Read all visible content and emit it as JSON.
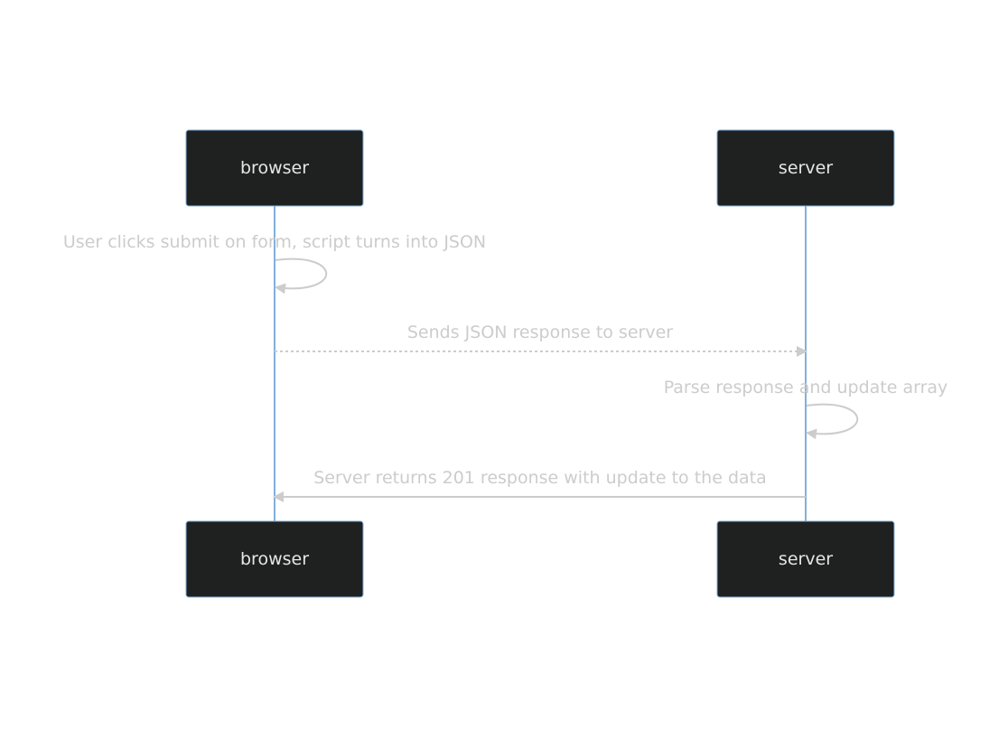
{
  "diagram": {
    "type": "sequence",
    "participants": [
      {
        "id": "browser",
        "label": "browser"
      },
      {
        "id": "server",
        "label": "server"
      }
    ],
    "messages": [
      {
        "from": "browser",
        "to": "browser",
        "text": "User clicks submit on form, script turns into JSON",
        "style": "solid"
      },
      {
        "from": "browser",
        "to": "server",
        "text": "Sends JSON response to server",
        "style": "dotted"
      },
      {
        "from": "server",
        "to": "server",
        "text": "Parse response and update array",
        "style": "solid"
      },
      {
        "from": "server",
        "to": "browser",
        "text": "Server returns 201 response with update to the data",
        "style": "solid"
      }
    ],
    "colors": {
      "actor_fill": "#1f2020",
      "actor_border": "#81b1db",
      "actor_text": "#e6e6e6",
      "lifeline": "#81b1db",
      "message": "#cccccc"
    }
  }
}
